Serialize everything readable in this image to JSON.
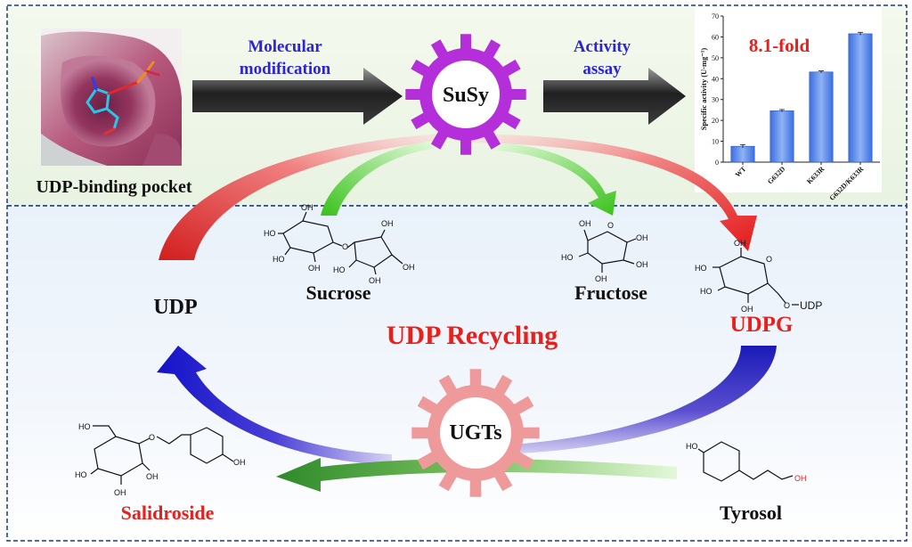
{
  "labels": {
    "pocket": "UDP-binding pocket",
    "mod_line1": "Molecular",
    "mod_line2": "modification",
    "susy": "SuSy",
    "assay_line1": "Activity",
    "assay_line2": "assay",
    "sucrose": "Sucrose",
    "fructose": "Fructose",
    "udp": "UDP",
    "udpg": "UDPG",
    "udpg_substituent": "UDP",
    "recycling": "UDP Recycling",
    "ugts": "UGTs",
    "salidroside": "Salidroside",
    "tyrosol": "Tyrosol"
  },
  "chem": {
    "oh": "OH",
    "o": "O",
    "ho": "HO"
  },
  "colors": {
    "susy_gear": "#b42fd9",
    "ugt_gear": "#ef9a9a",
    "red_text": "#e8201c",
    "blue_text": "#2c24d6",
    "panel_border": "#1f3a7a",
    "bar": "#4a7fe8"
  },
  "chart_data": {
    "type": "bar",
    "title": "",
    "annotation": "8.1-fold",
    "ylabel": "Specific activity (U·mg⁻¹)",
    "xlabel": "",
    "categories": [
      "WT",
      "G632D",
      "K633R",
      "G632D/K633R"
    ],
    "values": [
      7.6,
      24.6,
      43.2,
      61.5
    ],
    "errors": [
      0.8,
      0.6,
      0.5,
      0.7
    ],
    "ylim": [
      0,
      70
    ],
    "yticks": [
      0,
      10,
      20,
      30,
      40,
      50,
      60,
      70
    ],
    "grid": false,
    "legend": "none"
  }
}
